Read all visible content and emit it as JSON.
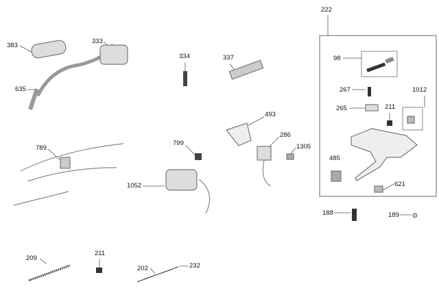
{
  "callouts": {
    "p222": "222",
    "p98": "98",
    "p267": "267",
    "p1012": "1012",
    "p265": "265",
    "p211a": "211",
    "p485": "485",
    "p621": "621",
    "p188": "188",
    "p189": "189",
    "p383": "383",
    "p333": "333",
    "p334": "334",
    "p337": "337",
    "p635": "635",
    "p493": "493",
    "p789": "789",
    "p286": "286",
    "p799": "799",
    "p1305": "1305",
    "p1052": "1052",
    "p209": "209",
    "p211b": "211",
    "p202": "202",
    "p232": "232"
  },
  "colors": {
    "line": "#555555",
    "part": "#9a9a9a",
    "dark": "#333333"
  }
}
